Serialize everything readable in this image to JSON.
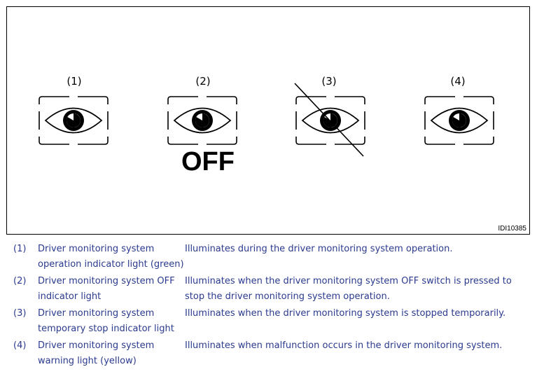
{
  "figure": {
    "labels": [
      "(1)",
      "(2)",
      "(3)",
      "(4)"
    ],
    "off_text": "OFF",
    "figure_id": "IDI10385",
    "icons": [
      "eye-icon",
      "eye-icon",
      "eye-crossed-icon",
      "eye-icon"
    ]
  },
  "legend": [
    {
      "num": "(1)",
      "name": "Driver monitoring system operation indicator light (green)",
      "desc": "Illuminates during the driver monitoring system operation."
    },
    {
      "num": "(2)",
      "name": "Driver monitoring system OFF indicator light",
      "desc": "Illuminates when the driver monitoring system OFF switch is pressed to stop the driver monitoring system operation."
    },
    {
      "num": "(3)",
      "name": "Driver monitoring system temporary stop indicator light",
      "desc": "Illuminates when the driver monitoring system is stopped temporarily."
    },
    {
      "num": "(4)",
      "name": "Driver monitoring system warning light (yellow)",
      "desc": "Illuminates when malfunction occurs in the driver monitoring system."
    }
  ],
  "colors": {
    "text": "#2b3a8f",
    "line": "#000000"
  }
}
